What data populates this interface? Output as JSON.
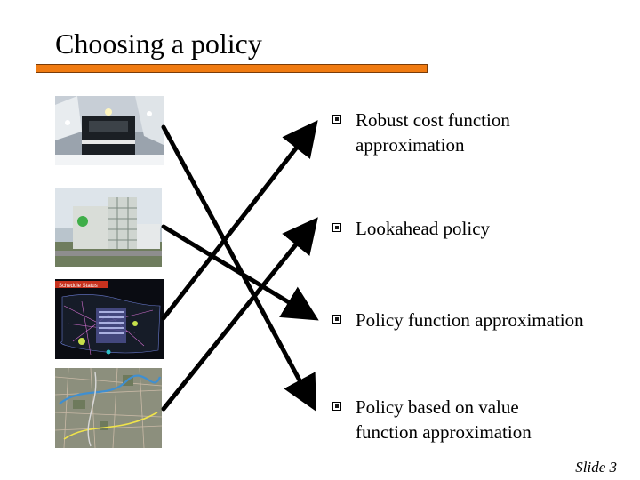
{
  "slide": {
    "title": "Choosing a policy",
    "slide_number": "Slide 3"
  },
  "items": [
    {
      "text": "Robust cost function approximation"
    },
    {
      "text": "Lookahead policy"
    },
    {
      "text": "Policy function approximation"
    },
    {
      "text": "Policy based on value function approximation"
    }
  ],
  "images": [
    {
      "caption": ""
    },
    {
      "caption": ""
    },
    {
      "caption": "Schedule Status"
    },
    {
      "caption": ""
    }
  ],
  "colors": {
    "title_rule": "#f07b12",
    "arrow": "#000000"
  }
}
